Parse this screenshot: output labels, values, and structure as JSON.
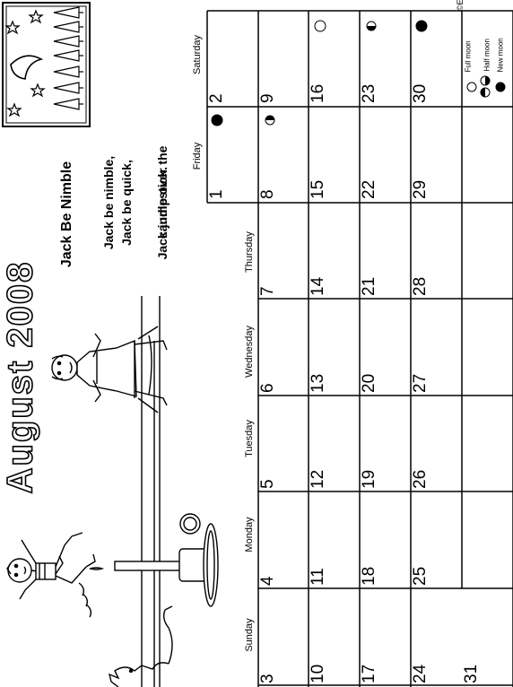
{
  "title": "August 2008",
  "poem": {
    "title": "Jack Be Nimble",
    "lines": [
      "Jack be nimble,",
      "Jack be quick,",
      "Jack jump over the",
      "candlestick."
    ]
  },
  "weekdays": [
    "Sunday",
    "Monday",
    "Tuesday",
    "Wednesday",
    "Thursday",
    "Friday",
    "Saturday"
  ],
  "days": {
    "d1": "1",
    "d2": "2",
    "d3": "3",
    "d4": "4",
    "d5": "5",
    "d6": "6",
    "d7": "7",
    "d8": "8",
    "d9": "9",
    "d10": "10",
    "d11": "11",
    "d12": "12",
    "d13": "13",
    "d14": "14",
    "d15": "15",
    "d16": "16",
    "d17": "17",
    "d18": "18",
    "d19": "19",
    "d20": "20",
    "d21": "21",
    "d22": "22",
    "d23": "23",
    "d24": "24",
    "d25": "25",
    "d26": "26",
    "d27": "27",
    "d28": "28",
    "d29": "29",
    "d30": "30",
    "d31": "31"
  },
  "legend": {
    "full": "Full moon",
    "half": "Half moon",
    "new": "New moon"
  },
  "site": "©EnchantedLearning.com"
}
